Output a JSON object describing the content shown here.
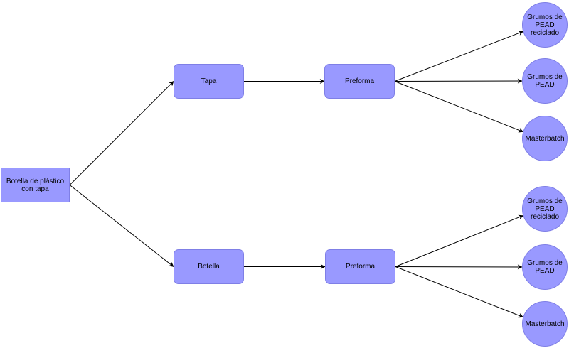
{
  "diagram": {
    "colors": {
      "node_fill": "#9999ff",
      "node_stroke": "#7f7fe6",
      "edge": "#000000"
    },
    "nodes": {
      "root": {
        "label": "Botella de plástico\ncon tapa"
      },
      "tapa": {
        "label": "Tapa"
      },
      "botella": {
        "label": "Botella"
      },
      "preforma_top": {
        "label": "Preforma"
      },
      "preforma_bottom": {
        "label": "Preforma"
      },
      "top_out_1": {
        "label": "Grumos de\nPEAD\nreciclado"
      },
      "top_out_2": {
        "label": "Grumos de\nPEAD"
      },
      "top_out_3": {
        "label": "Masterbatch"
      },
      "bottom_out_1": {
        "label": "Grumos de\nPEAD\nreciclado"
      },
      "bottom_out_2": {
        "label": "Grumos de\nPEAD"
      },
      "bottom_out_3": {
        "label": "Masterbatch"
      }
    },
    "edges": [
      [
        "root",
        "tapa"
      ],
      [
        "root",
        "botella"
      ],
      [
        "tapa",
        "preforma_top"
      ],
      [
        "botella",
        "preforma_bottom"
      ],
      [
        "preforma_top",
        "top_out_1"
      ],
      [
        "preforma_top",
        "top_out_2"
      ],
      [
        "preforma_top",
        "top_out_3"
      ],
      [
        "preforma_bottom",
        "bottom_out_1"
      ],
      [
        "preforma_bottom",
        "bottom_out_2"
      ],
      [
        "preforma_bottom",
        "bottom_out_3"
      ]
    ]
  }
}
